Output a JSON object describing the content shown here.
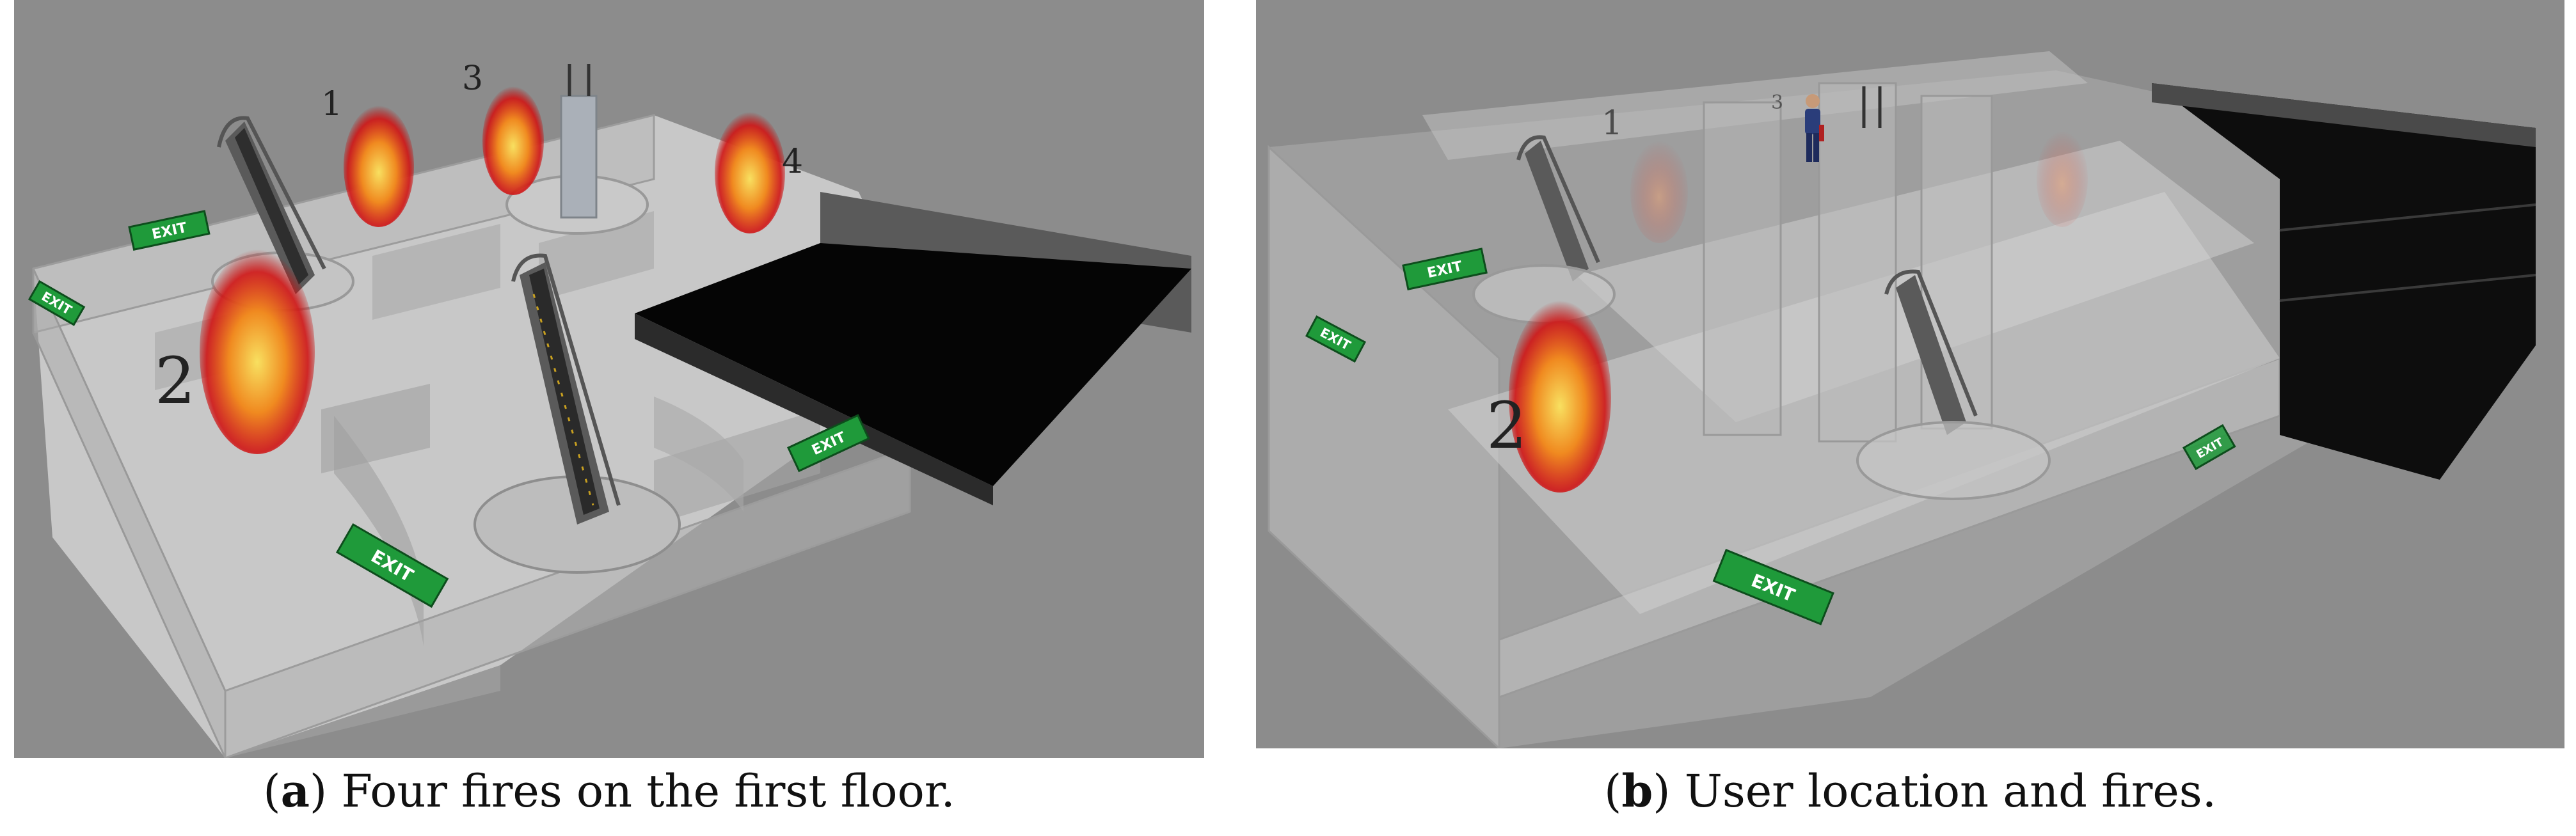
{
  "panel_a": {
    "caption_letter": "a",
    "caption_text": "Four fires on the first floor.",
    "fire_labels": [
      "1",
      "2",
      "3",
      "4"
    ],
    "exit_sign": "EXIT"
  },
  "panel_b": {
    "caption_letter": "b",
    "caption_text": "User location and fires.",
    "fire_labels": [
      "1",
      "2",
      "3"
    ],
    "exit_sign": "EXIT"
  },
  "colors": {
    "background": "#8c8c8c",
    "fire_outer": "#d01010",
    "fire_inner": "#f5d040",
    "exit_green": "#1f9a3a"
  },
  "icons": [
    "escalator-icon",
    "fire-icon",
    "exit-sign-icon",
    "person-icon",
    "antenna-icon"
  ]
}
